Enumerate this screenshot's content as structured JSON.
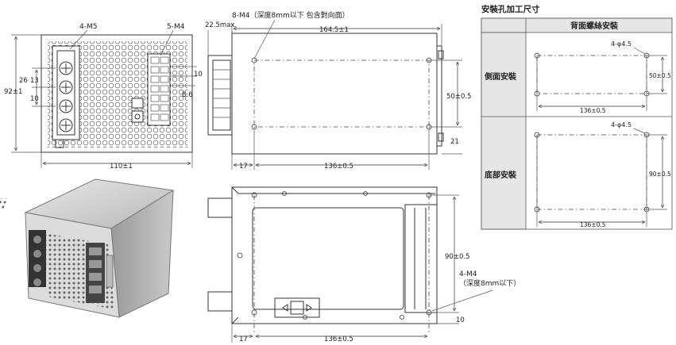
{
  "front_view": {
    "label_4m5": "4-M5",
    "label_5m4": "5-M4",
    "dim_height": "92±1",
    "dim_26": "26",
    "dim_13": "13",
    "dim_10_left": "10",
    "dim_10_right": "10",
    "dim_8_6": "8.6",
    "dim_width": "110±1"
  },
  "side_view": {
    "label_8m4": "8-M4（深度8mm以下 包含對向面）",
    "dim_22_5": "22.5max.",
    "dim_164_5": "164.5±1",
    "dim_50": "50±0.5",
    "dim_21": "21",
    "dim_17": "17",
    "dim_136": "136±0.5"
  },
  "bottom_view": {
    "dim_90": "90±0.5",
    "label_4m4_line1": "4-M4",
    "label_4m4_line2": "（深度8mm以下）",
    "dim_10": "10",
    "dim_17": "17",
    "dim_136": "136±0.5"
  },
  "table": {
    "title": "安裝孔加工尺寸",
    "header": "背面螺絲安裝",
    "row1_label": "側面安裝",
    "row2_label": "底部安裝",
    "row1_hole": "4-φ4.5",
    "row1_dim_v": "50±0.5",
    "row1_dim_h": "136±0.5",
    "row2_hole": "4-φ4.5",
    "row2_dim_v": "90±0.5",
    "row2_dim_h": "136±0.5"
  }
}
